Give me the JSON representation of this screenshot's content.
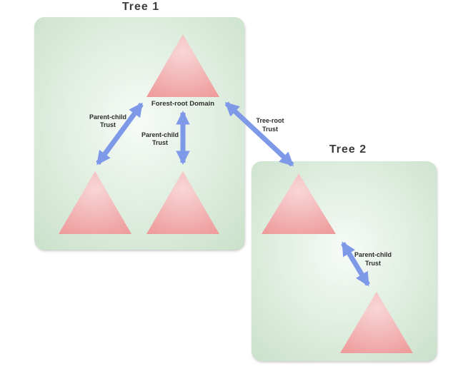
{
  "colors": {
    "box_center": "#f7fbf7",
    "box_edge": "#cbe2cc",
    "triangle_center": "#f8d6d6",
    "triangle_edge": "#ee9a9a",
    "arrow": "#7d99e8",
    "label": "#2d2d2d",
    "title": "#3c3c3c"
  },
  "tree1": {
    "title": "Tree 1",
    "forest_root_label": "Forest-root Domain",
    "left_trust": {
      "line1": "Parent-child",
      "line2": "Trust"
    },
    "middle_trust": {
      "line1": "Parent-child",
      "line2": "Trust"
    }
  },
  "tree2": {
    "title": "Tree 2",
    "trust": {
      "line1": "Parent-child",
      "line2": "Trust"
    }
  },
  "tree_root_trust": {
    "line1": "Tree-root",
    "line2": "Trust"
  }
}
